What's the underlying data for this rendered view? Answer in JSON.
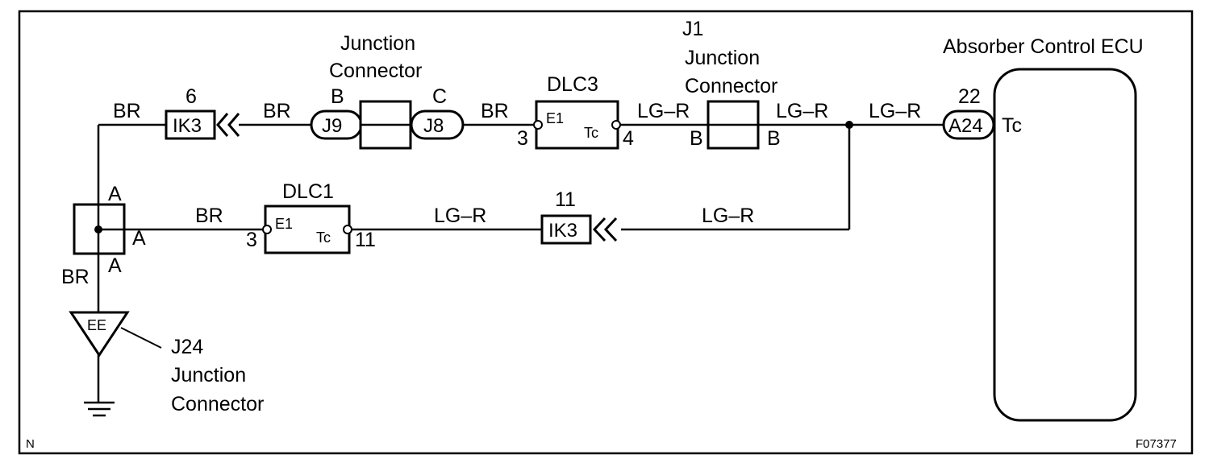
{
  "junction_connector_top": {
    "line1": "Junction",
    "line2": "Connector"
  },
  "j1": {
    "id": "J1",
    "line1": "Junction",
    "line2": "Connector"
  },
  "ecu": {
    "title": "Absorber Control ECU",
    "pin_number": "22",
    "connector": "A24",
    "terminal": "Tc"
  },
  "dlc3": {
    "title": "DLC3",
    "e1": "E1",
    "tc": "Tc",
    "pin_left": "3",
    "pin_right": "4"
  },
  "dlc1": {
    "title": "DLC1",
    "e1": "E1",
    "tc": "Tc",
    "pin_left": "3",
    "pin_right": "11"
  },
  "ik3_top": {
    "label": "IK3",
    "pin": "6"
  },
  "ik3_bottom": {
    "label": "IK3",
    "pin": "11"
  },
  "j9": {
    "label": "J9",
    "pin": "B"
  },
  "j8": {
    "label": "J8",
    "pin": "C"
  },
  "j1_pins": {
    "left": "B",
    "right": "B"
  },
  "junction_a": {
    "top": "A",
    "right": "A",
    "bottom": "A"
  },
  "ground": {
    "label": "EE"
  },
  "j24": {
    "id": "J24",
    "line1": "Junction",
    "line2": "Connector"
  },
  "wires": {
    "br_left_top": "BR",
    "br_ik3_j9": "BR",
    "br_j8_dlc3": "BR",
    "lgr_dlc3_j1": "LG–R",
    "lgr_j1_splice": "LG–R",
    "lgr_splice_a24": "LG–R",
    "br_to_dlc1": "BR",
    "lgr_dlc1_ik3": "LG–R",
    "lgr_ik3_right": "LG–R",
    "br_bottom": "BR"
  },
  "frame": {
    "corner_n": "N",
    "figure_id": "F07377"
  }
}
